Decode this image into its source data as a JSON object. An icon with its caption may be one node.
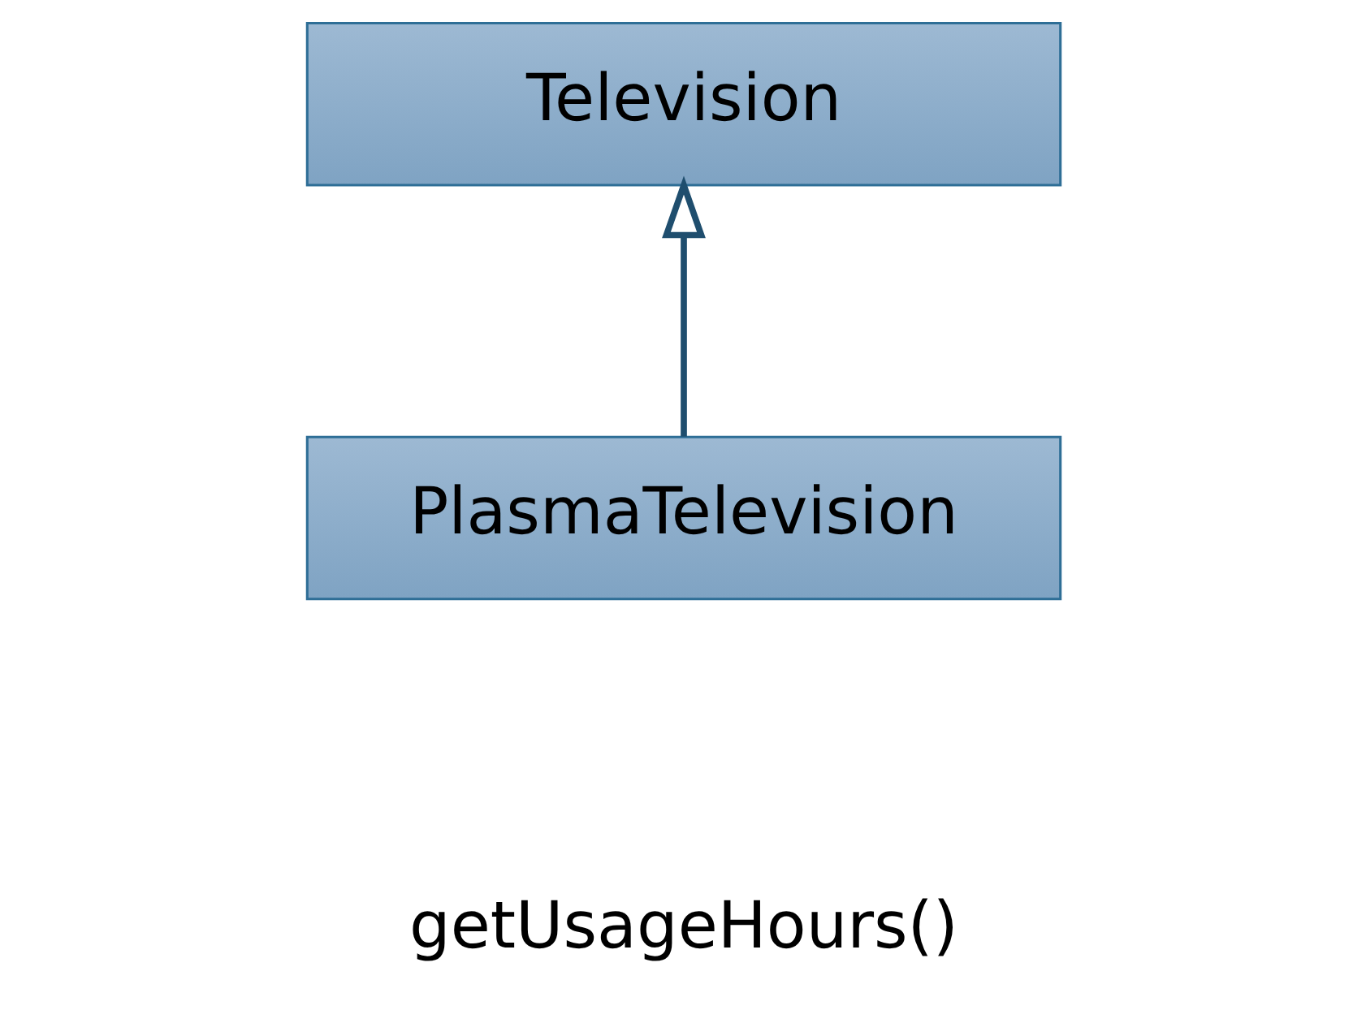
{
  "diagram": {
    "nodes": [
      {
        "text": [
          "Television"
        ]
      },
      {
        "text": [
          "PlasmaTelevision"
        ]
      }
    ],
    "edges": [
      {
        "from": 1,
        "to": 0,
        "arrow": "to"
      }
    ],
    "labels": [
      "getUsageHours()"
    ]
  }
}
